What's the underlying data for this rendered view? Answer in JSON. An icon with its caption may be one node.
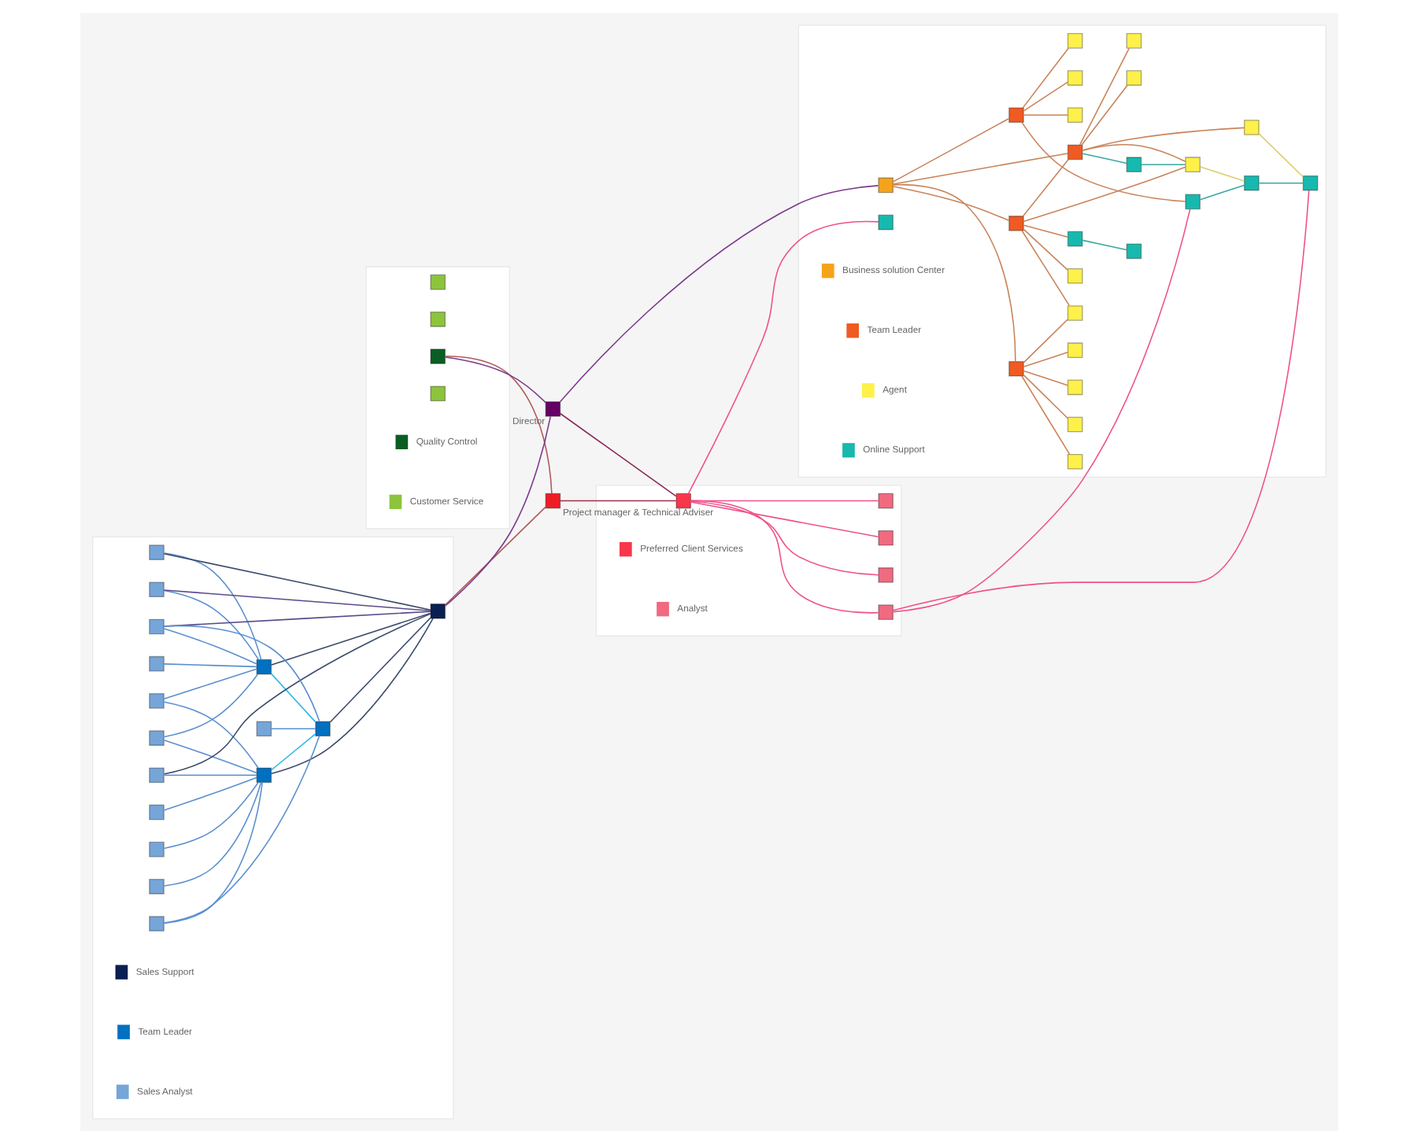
{
  "diagram": {
    "nodes": [
      {
        "text": [],
        "shape": "box"
      },
      {
        "text": [],
        "shape": "box",
        "in": 0
      },
      {
        "text": [],
        "shape": "box",
        "in": 0
      },
      {
        "text": [],
        "shape": "box",
        "in": 0
      },
      {
        "text": [],
        "shape": "box",
        "in": 0
      },
      {
        "text": [],
        "shape": "box"
      },
      {
        "text": [],
        "shape": "box",
        "in": 5
      },
      {
        "text": [],
        "shape": "box",
        "in": 5
      },
      {
        "text": [],
        "shape": "box",
        "in": 5
      },
      {
        "text": [],
        "shape": "box",
        "in": 5
      },
      {
        "text": [],
        "shape": "box",
        "in": 5
      },
      {
        "text": [],
        "shape": "box",
        "in": 5
      },
      {
        "text": [],
        "shape": "box",
        "in": 5
      },
      {
        "text": [],
        "shape": "box",
        "in": 5
      },
      {
        "text": [],
        "shape": "box",
        "in": 5
      },
      {
        "text": [],
        "shape": "box",
        "in": 5
      },
      {
        "text": [],
        "shape": "box",
        "in": 5
      },
      {
        "text": [],
        "shape": "box",
        "in": 5
      },
      {
        "text": [],
        "shape": "box",
        "in": 5
      },
      {
        "text": [],
        "shape": "box",
        "in": 5
      },
      {
        "text": [],
        "shape": "box",
        "in": 5
      },
      {
        "text": [],
        "shape": "box",
        "in": 5
      },
      {
        "text": [],
        "shape": "box",
        "beside": [
          "Project manager & Technical Adviser"
        ]
      },
      {
        "text": [],
        "shape": "box",
        "beside": [
          "Director"
        ]
      },
      {
        "text": [],
        "shape": "box"
      },
      {
        "text": [],
        "shape": "box",
        "in": 24
      },
      {
        "text": [],
        "shape": "box",
        "in": 24
      },
      {
        "text": [],
        "shape": "box",
        "in": 24
      },
      {
        "text": [],
        "shape": "box",
        "in": 24
      },
      {
        "text": [],
        "shape": "box",
        "in": 24
      },
      {
        "text": [],
        "shape": "box",
        "in": 24
      },
      {
        "text": [],
        "shape": "box",
        "in": 24
      },
      {
        "text": [],
        "shape": "box",
        "in": 24
      },
      {
        "text": [],
        "shape": "box",
        "in": 24
      },
      {
        "text": [],
        "shape": "box",
        "in": 24
      },
      {
        "text": [],
        "shape": "box",
        "in": 24
      },
      {
        "text": [],
        "shape": "box",
        "in": 24
      },
      {
        "text": [],
        "shape": "box",
        "in": 24
      },
      {
        "text": [],
        "shape": "box",
        "in": 24
      },
      {
        "text": [],
        "shape": "box",
        "in": 24
      },
      {
        "text": [],
        "shape": "box",
        "in": 24
      },
      {
        "text": [],
        "shape": "box",
        "in": 24
      },
      {
        "text": [],
        "shape": "box",
        "in": 24
      },
      {
        "text": [],
        "shape": "box",
        "in": 24
      },
      {
        "text": [],
        "shape": "box",
        "in": 24
      },
      {
        "text": [],
        "shape": "box",
        "in": 24
      },
      {
        "text": [],
        "shape": "box",
        "in": 24
      },
      {
        "text": [],
        "shape": "box",
        "in": 24
      },
      {
        "text": [],
        "shape": "box",
        "in": 24
      },
      {
        "text": [],
        "shape": "box",
        "in": 24
      },
      {
        "text": [],
        "shape": "box"
      },
      {
        "text": [],
        "shape": "box",
        "in": 50
      },
      {
        "text": [],
        "shape": "box",
        "in": 50
      },
      {
        "text": [],
        "shape": "box",
        "in": 50
      },
      {
        "text": [],
        "shape": "box",
        "in": 50
      },
      {
        "text": [],
        "shape": "box",
        "in": 50
      }
    ],
    "edges": [
      {
        "from": 6,
        "to": 8,
        "arrow": "none",
        "color": "#5b8fd0"
      },
      {
        "from": 7,
        "to": 8,
        "arrow": "none",
        "color": "#5b8fd0"
      },
      {
        "from": 7,
        "to": 12,
        "arrow": "none",
        "color": "#5b8fd0"
      },
      {
        "from": 9,
        "to": 8,
        "arrow": "none",
        "color": "#5b8fd0"
      },
      {
        "from": 9,
        "to": 11,
        "arrow": "none",
        "color": "#3a4a6a"
      },
      {
        "from": 10,
        "to": 8,
        "arrow": "none",
        "color": "#5b8fd0"
      },
      {
        "from": 10,
        "to": 11,
        "arrow": "none",
        "color": "#5a4a8a"
      },
      {
        "from": 13,
        "to": 8,
        "arrow": "none",
        "color": "#5b8fd0"
      },
      {
        "from": 13,
        "to": 12,
        "arrow": "none",
        "color": "#5b8fd0"
      },
      {
        "from": 15,
        "to": 12,
        "arrow": "none",
        "color": "#5b8fd0"
      },
      {
        "from": 16,
        "to": 12,
        "arrow": "none",
        "color": "#5b8fd0"
      },
      {
        "from": 17,
        "to": 12,
        "arrow": "none",
        "color": "#5b8fd0"
      },
      {
        "from": 18,
        "to": 12,
        "arrow": "none",
        "color": "#5b8fd0"
      },
      {
        "from": 18,
        "to": 11,
        "arrow": "none",
        "color": "#3a4a6a"
      },
      {
        "from": 19,
        "to": 8,
        "arrow": "none",
        "color": "#5b8fd0"
      },
      {
        "from": 19,
        "to": 14,
        "arrow": "none",
        "color": "#5b8fd0"
      },
      {
        "from": 19,
        "to": 11,
        "arrow": "none",
        "color": "#5a4a8a"
      },
      {
        "from": 20,
        "to": 14,
        "arrow": "none",
        "color": "#5b8fd0"
      },
      {
        "from": 21,
        "to": 12,
        "arrow": "none",
        "color": "#5b8fd0"
      },
      {
        "from": 21,
        "to": 14,
        "arrow": "none",
        "color": "#5b8fd0"
      },
      {
        "from": 8,
        "to": 11,
        "arrow": "none",
        "color": "#3a4a6a"
      },
      {
        "from": 12,
        "to": 11,
        "arrow": "none",
        "color": "#3a4a6a"
      },
      {
        "from": 14,
        "to": 11,
        "arrow": "none",
        "color": "#3a4a6a"
      },
      {
        "from": 8,
        "to": 14,
        "arrow": "none",
        "color": "#29b6e8"
      },
      {
        "from": 12,
        "to": 14,
        "arrow": "none",
        "color": "#29b6e8"
      },
      {
        "from": 11,
        "to": 22,
        "arrow": "none",
        "color": "#b05a5a"
      },
      {
        "from": 11,
        "to": 23,
        "arrow": "none",
        "color": "#7a3a8a"
      },
      {
        "from": 3,
        "to": 22,
        "arrow": "none",
        "color": "#b05a5a"
      },
      {
        "from": 3,
        "to": 23,
        "arrow": "none",
        "color": "#7a3a8a"
      },
      {
        "from": 23,
        "to": 51,
        "arrow": "none",
        "color": "#8a2a5a"
      },
      {
        "from": 22,
        "to": 51,
        "arrow": "none",
        "color": "#a0304a"
      },
      {
        "from": 23,
        "to": 37,
        "arrow": "none",
        "color": "#7a3a8a"
      },
      {
        "from": 51,
        "to": 34,
        "arrow": "none",
        "color": "#f0508a"
      },
      {
        "from": 51,
        "to": 53,
        "arrow": "none",
        "color": "#f0508a"
      },
      {
        "from": 51,
        "to": 55,
        "arrow": "none",
        "color": "#f0508a"
      },
      {
        "from": 51,
        "to": 54,
        "arrow": "none",
        "color": "#f0508a"
      },
      {
        "from": 51,
        "to": 52,
        "arrow": "none",
        "color": "#f0508a"
      },
      {
        "from": 52,
        "to": 44,
        "arrow": "none",
        "color": "#f0508a"
      },
      {
        "from": 52,
        "to": 45,
        "arrow": "none",
        "color": "#f0508a"
      },
      {
        "from": 37,
        "to": 33,
        "arrow": "none"
      },
      {
        "from": 37,
        "to": 35,
        "arrow": "none"
      },
      {
        "from": 37,
        "to": 41,
        "arrow": "none"
      },
      {
        "from": 37,
        "to": 40,
        "arrow": "none"
      },
      {
        "from": 33,
        "to": 26,
        "arrow": "none"
      },
      {
        "from": 33,
        "to": 28,
        "arrow": "none"
      },
      {
        "from": 33,
        "to": 25,
        "arrow": "none"
      },
      {
        "from": 33,
        "to": 27,
        "arrow": "none"
      },
      {
        "from": 33,
        "to": 29,
        "arrow": "none"
      },
      {
        "from": 35,
        "to": 31,
        "arrow": "none"
      },
      {
        "from": 35,
        "to": 29,
        "arrow": "none"
      },
      {
        "from": 35,
        "to": 32,
        "arrow": "none"
      },
      {
        "from": 35,
        "to": 40,
        "arrow": "none"
      },
      {
        "from": 35,
        "to": 39,
        "arrow": "none"
      },
      {
        "from": 32,
        "to": 30,
        "arrow": "none",
        "color": "#3aa8a0"
      },
      {
        "from": 40,
        "to": 36,
        "arrow": "none",
        "color": "#3aa8a0"
      },
      {
        "from": 40,
        "to": 38,
        "arrow": "none"
      },
      {
        "from": 40,
        "to": 39,
        "arrow": "none"
      },
      {
        "from": 40,
        "to": 43,
        "arrow": "none"
      },
      {
        "from": 40,
        "to": 48,
        "arrow": "none"
      },
      {
        "from": 36,
        "to": 39,
        "arrow": "none",
        "color": "#3aa8a0"
      },
      {
        "from": 39,
        "to": 42,
        "arrow": "none",
        "color": "#d8d070"
      },
      {
        "from": 41,
        "to": 47,
        "arrow": "none"
      },
      {
        "from": 41,
        "to": 49,
        "arrow": "none"
      },
      {
        "from": 41,
        "to": 46,
        "arrow": "none"
      },
      {
        "from": 41,
        "to": 44,
        "arrow": "none"
      },
      {
        "from": 44,
        "to": 42,
        "arrow": "none",
        "color": "#3aa8a0"
      },
      {
        "from": 43,
        "to": 45,
        "arrow": "none",
        "color": "#d8d070"
      },
      {
        "from": 42,
        "to": 45,
        "arrow": "none",
        "color": "#3aa8a0"
      }
    ],
    "legend": [
      {
        "text": "Quality Control",
        "color": "#0b5e23"
      },
      {
        "text": "Customer Service",
        "color": "#8cc43c"
      },
      {
        "text": "Business solution Center",
        "color": "#f5a31a"
      },
      {
        "text": "Team Leader",
        "color": "#f05a23"
      },
      {
        "text": "Agent",
        "color": "#fff04a"
      },
      {
        "text": "Online Support",
        "color": "#17b9ae"
      },
      {
        "text": "Sales Support",
        "color": "#0a1f52"
      },
      {
        "text": "Team Leader",
        "color": "#0070c0"
      },
      {
        "text": "Sales Analyst",
        "color": "#76a5d8"
      },
      {
        "text": "Preferred Client Services",
        "color": "#f8374a"
      },
      {
        "text": "Analyst",
        "color": "#f06a80"
      }
    ]
  }
}
